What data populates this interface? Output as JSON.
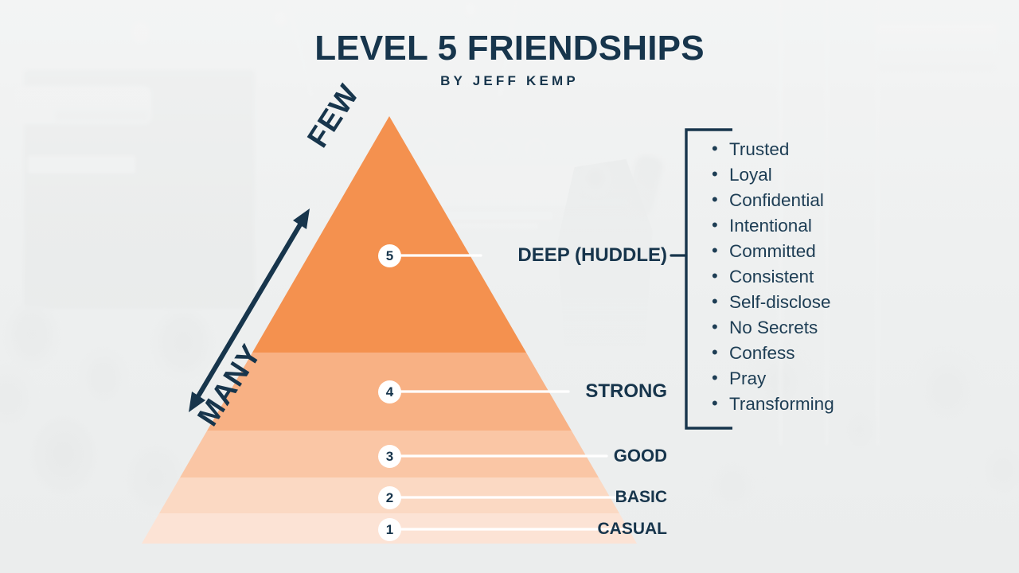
{
  "header": {
    "title": "LEVEL 5 FRIENDSHIPS",
    "byline": "BY JEFF KEMP"
  },
  "colors": {
    "navy": "#17354c",
    "band5": "#f4914f",
    "band4": "#f8b184",
    "band3": "#fac6a5",
    "band2": "#fbd9c3",
    "band1": "#fce3d5",
    "background": "#eef0f0",
    "connector": "#ffffff"
  },
  "axis": {
    "top_label": "FEW",
    "bottom_label": "MANY"
  },
  "pyramid": {
    "levels": [
      {
        "number": "5",
        "label": "DEEP (HUDDLE)",
        "font_size": 24
      },
      {
        "number": "4",
        "label": "STRONG",
        "font_size": 24
      },
      {
        "number": "3",
        "label": "GOOD",
        "font_size": 22
      },
      {
        "number": "2",
        "label": "BASIC",
        "font_size": 21
      },
      {
        "number": "1",
        "label": "CASUAL",
        "font_size": 21
      }
    ]
  },
  "attributes": {
    "items": [
      "Trusted",
      "Loyal",
      "Confidential",
      "Intentional",
      "Committed",
      "Consistent",
      "Self-disclose",
      "No Secrets",
      "Confess",
      "Pray",
      "Transforming"
    ]
  },
  "chart_data": {
    "type": "pyramid",
    "title": "LEVEL 5 FRIENDSHIPS",
    "subtitle": "BY JEFF KEMP",
    "categories": [
      "1",
      "2",
      "3",
      "4",
      "5"
    ],
    "labels": [
      "CASUAL",
      "BASIC",
      "GOOD",
      "STRONG",
      "DEEP (HUDDLE)"
    ],
    "band_colors": [
      "#fce3d5",
      "#fbd9c3",
      "#fac6a5",
      "#f8b184",
      "#f4914f"
    ],
    "band_boundaries_y": [
      683,
      645,
      600,
      541,
      443,
      146
    ],
    "axis_annotation": {
      "top": "FEW",
      "bottom": "MANY",
      "direction": "bidirectional"
    },
    "callout": {
      "attached_to_level": "5",
      "items": [
        "Trusted",
        "Loyal",
        "Confidential",
        "Intentional",
        "Committed",
        "Consistent",
        "Self-disclose",
        "No Secrets",
        "Confess",
        "Pray",
        "Transforming"
      ]
    },
    "xlabel": "",
    "ylabel": "",
    "grid": false,
    "legend": "none"
  }
}
